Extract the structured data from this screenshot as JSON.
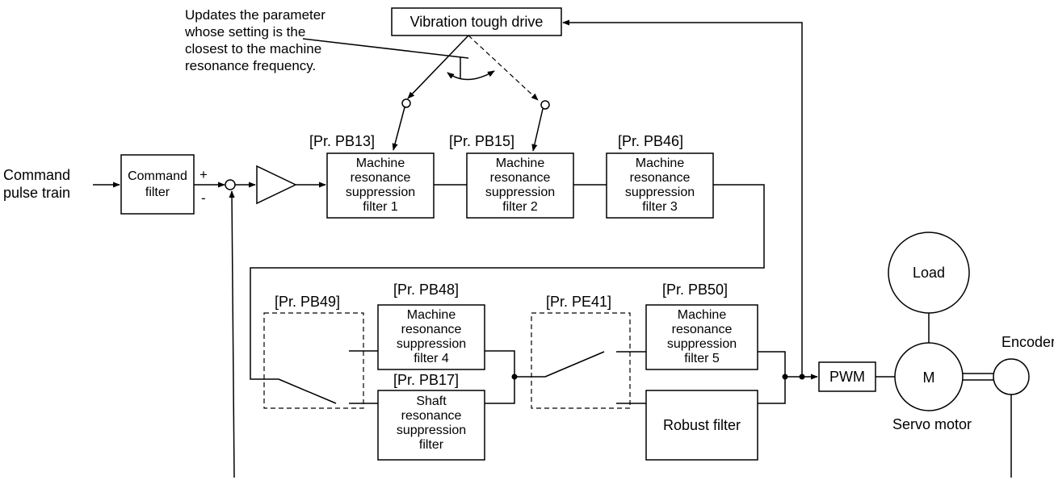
{
  "annotation": {
    "lines": [
      "Updates the parameter",
      "whose setting is the",
      "closest to the machine",
      "resonance frequency."
    ]
  },
  "vtd": {
    "label": "Vibration tough drive"
  },
  "input": {
    "lines": [
      "Command",
      "pulse train"
    ]
  },
  "command_filter": {
    "lines": [
      "Command",
      "filter"
    ]
  },
  "summing": {
    "plus": "+",
    "minus": "-"
  },
  "params": {
    "pb13": "[Pr. PB13]",
    "pb15": "[Pr. PB15]",
    "pb46": "[Pr. PB46]",
    "pb48": "[Pr. PB48]",
    "pb49": "[Pr. PB49]",
    "pe41": "[Pr. PE41]",
    "pb50": "[Pr. PB50]",
    "pb17": "[Pr. PB17]"
  },
  "filters": {
    "f1": [
      "Machine",
      "resonance",
      "suppression",
      "filter 1"
    ],
    "f2": [
      "Machine",
      "resonance",
      "suppression",
      "filter 2"
    ],
    "f3": [
      "Machine",
      "resonance",
      "suppression",
      "filter 3"
    ],
    "f4": [
      "Machine",
      "resonance",
      "suppression",
      "filter 4"
    ],
    "f5": [
      "Machine",
      "resonance",
      "suppression",
      "filter 5"
    ],
    "shaft": [
      "Shaft",
      "resonance",
      "suppression",
      "filter"
    ]
  },
  "robust": {
    "label": "Robust filter"
  },
  "pwm": {
    "label": "PWM"
  },
  "load": {
    "label": "Load"
  },
  "motor": {
    "symbol": "M",
    "label": "Servo motor"
  },
  "encoder": {
    "label": "Encoder"
  }
}
